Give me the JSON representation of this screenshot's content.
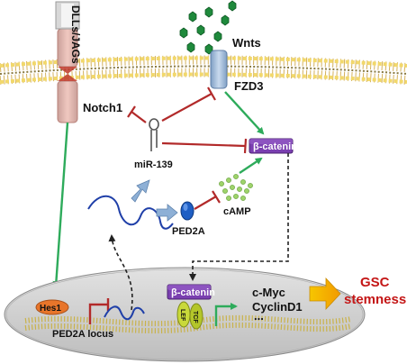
{
  "labels": {
    "dlls_jags": "DLLs/JAGs",
    "wnts": "Wnts",
    "fzd3": "FZD3",
    "notch1": "Notch1",
    "beta_catenin_cyto": "β-catenin",
    "mir139": "miR-139",
    "camp": "cAMP",
    "ped2a": "PED2A",
    "beta_catenin_nuc": "β-catenin",
    "lef": "LEF",
    "tcf": "TCF",
    "c_myc": "c-Myc",
    "cyclin_d1": "CyclinD1",
    "ellipsis": "...",
    "gsc": "GSC",
    "stemness": "stemness",
    "hes1": "Hes1",
    "ped2a_locus": "PED2A locus"
  },
  "colors": {
    "activation_arrow": "#2eab5b",
    "inhibition": "#b22a2a",
    "gsc_text": "#c41616",
    "wnt_hexagon": "#1f8a3c",
    "camp_dots": "#9ed36a",
    "membrane_head": "#f2d86b",
    "catenin_box": "#7a3fb0",
    "lef_tcf": "#c9d93a",
    "hes1": "#e8752a",
    "notch_receptor": "#e3a9a0",
    "fzd3": "#9bb6d6",
    "rna_strand": "#1f3fa8",
    "nucleus": "#cfcfcf",
    "output_arrow": "#f5b800"
  }
}
